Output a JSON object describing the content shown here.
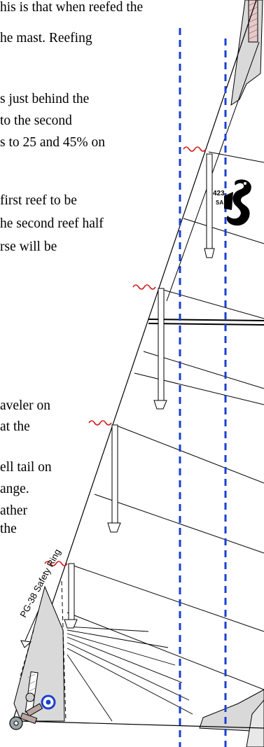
{
  "text_lines": [
    "his is that when reefed the",
    "he mast. Reefing",
    "s just behind the",
    "to the second",
    "s to 25 and 45% on",
    "first reef to be",
    "he second reef half",
    "rse will be",
    "aveler on",
    "at the",
    "ell tail on",
    "ange.",
    "ather",
    "the"
  ],
  "diagram": {
    "safety_ring_label": "PG-38 Safety Ring",
    "logo_number": "423",
    "colors": {
      "guide_line": "#1a3fd0",
      "reef_mark": "#d01818",
      "sail_fill": "#d9d9d9",
      "target_ring": "#1a3fd0"
    }
  }
}
